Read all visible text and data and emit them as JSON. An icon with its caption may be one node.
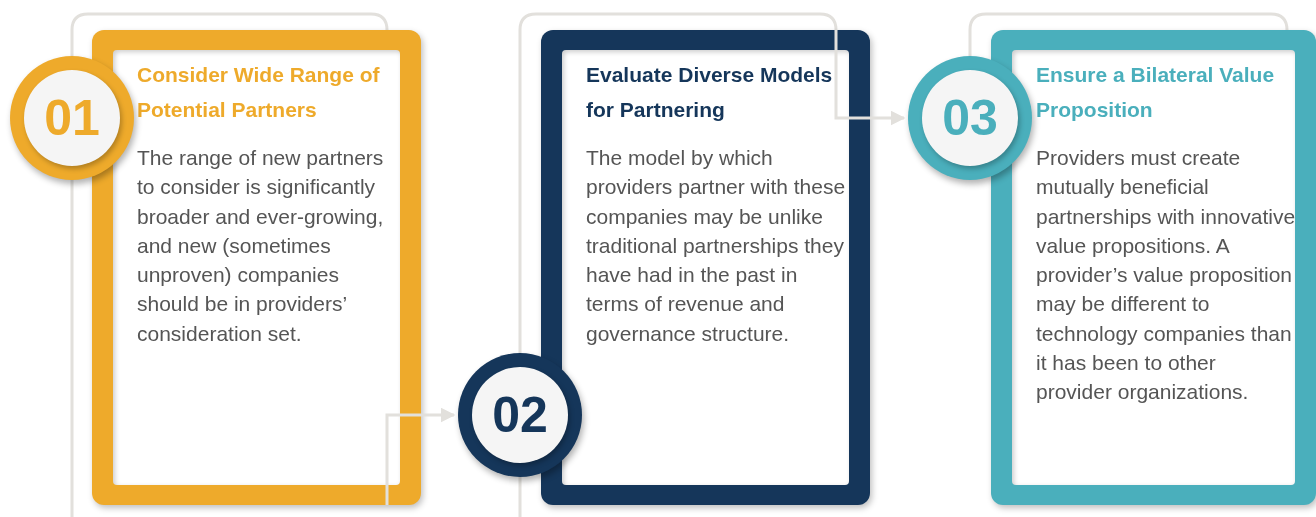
{
  "diagram": {
    "nodes": [
      {
        "text": [
          "Consider Wide Range of Potential Partners",
          "The range of new partners to consider is significantly broader and ever-growing, and new (sometimes unproven) companies should be in providers’ consideration set."
        ]
      },
      {
        "text": [
          "01"
        ]
      },
      {
        "text": [
          "Evaluate Diverse Models for Partnering",
          "The model by which providers partner with these companies may be unlike traditional partnerships they have had in the past in terms of revenue and governance structure."
        ]
      },
      {
        "text": [
          "02"
        ]
      },
      {
        "text": [
          "Ensure a Bilateral Value Proposition",
          "Providers must create mutually beneficial partnerships with innovative value propositions. A provider’s value proposition may be different to technology companies than it has been to other provider organizations."
        ]
      },
      {
        "text": [
          "03"
        ]
      }
    ],
    "edges": [
      {
        "from": 0,
        "to": 3,
        "arrow": "to"
      },
      {
        "from": 2,
        "to": 5,
        "arrow": "to"
      }
    ]
  }
}
